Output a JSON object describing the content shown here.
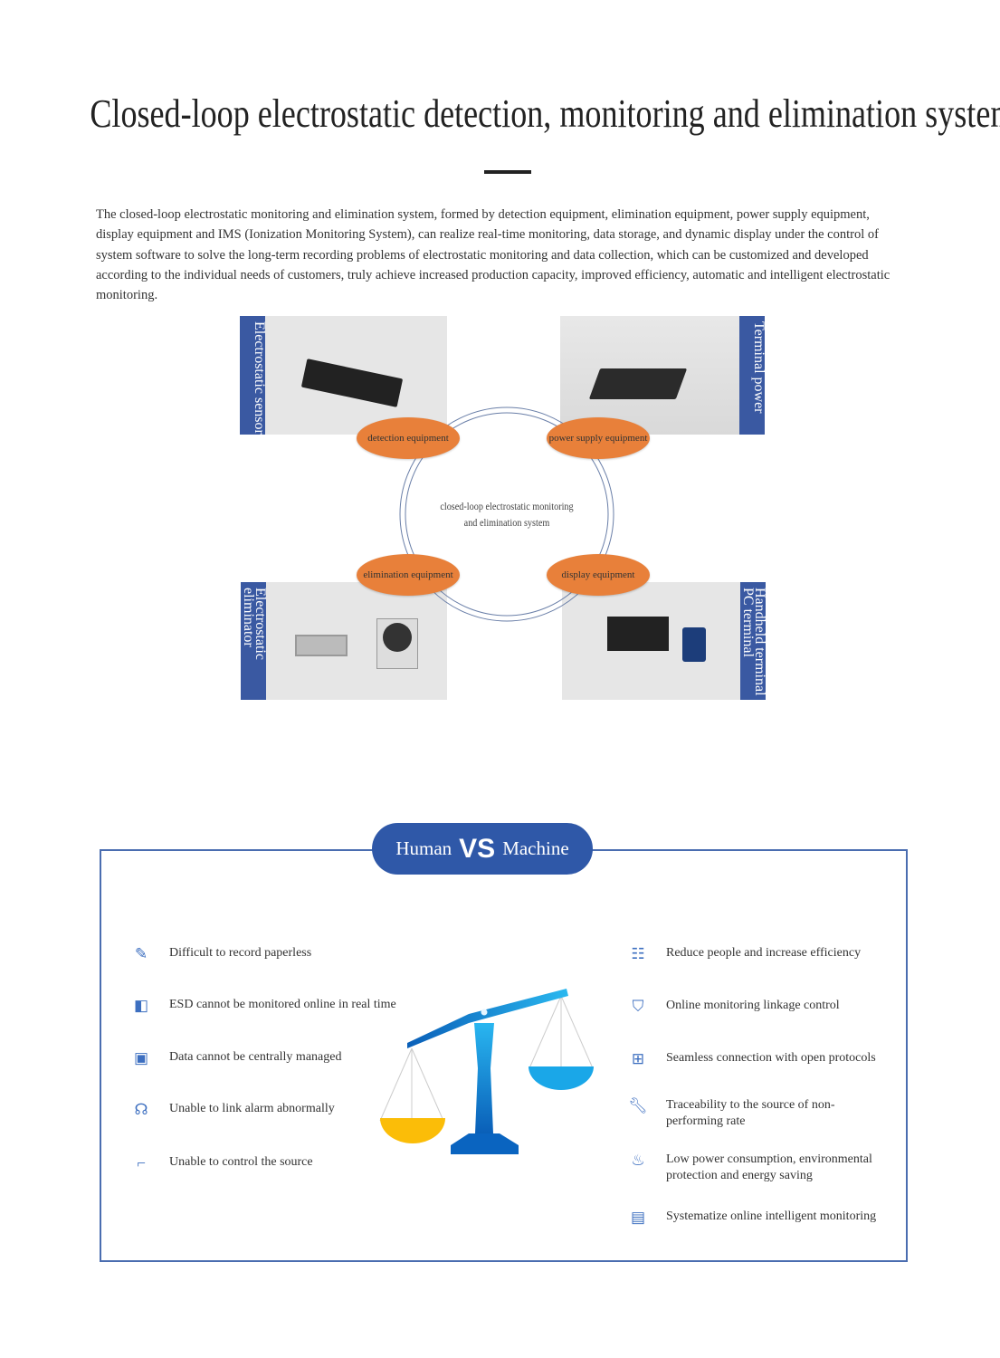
{
  "title": "Closed-loop electrostatic detection, monitoring and elimination system ...",
  "intro": "The closed-loop electrostatic monitoring and elimination system, formed by detection equipment, elimination equipment, power supply equipment, display equipment and IMS (Ionization Monitoring System), can realize real-time monitoring, data storage, and dynamic display under the control of system software to solve the long-term recording problems of electrostatic monitoring and data collection, which can be customized and developed according to the individual needs of customers, truly achieve increased production capacity, improved efficiency, automatic and intelligent electrostatic monitoring.",
  "diagram": {
    "center": [
      "closed-loop electrostatic monitoring",
      "and elimination system"
    ],
    "panels": {
      "tl": "Electrostatic sensor",
      "tr": "Terminal power",
      "bl": "Electrostatic eliminator",
      "br": "Handheld terminal PC terminal"
    },
    "nodes": {
      "detection": "detection equipment",
      "power": "power supply equipment",
      "elimination": "elimination equipment",
      "display": "display equipment"
    }
  },
  "comparison": {
    "human": "Human",
    "vs": "VS",
    "machine": "Machine",
    "left": [
      "Difficult to record paperless",
      "ESD cannot be monitored online in real time",
      "Data cannot be centrally managed",
      "Unable to link alarm abnormally",
      "Unable to control the source"
    ],
    "right": [
      "Reduce people and increase efficiency",
      "Online monitoring linkage control",
      "Seamless connection with open protocols",
      "Traceability to the source of non-performing rate",
      "Low power consumption, environmental protection and energy saving",
      "Systematize online intelligent monitoring"
    ]
  }
}
